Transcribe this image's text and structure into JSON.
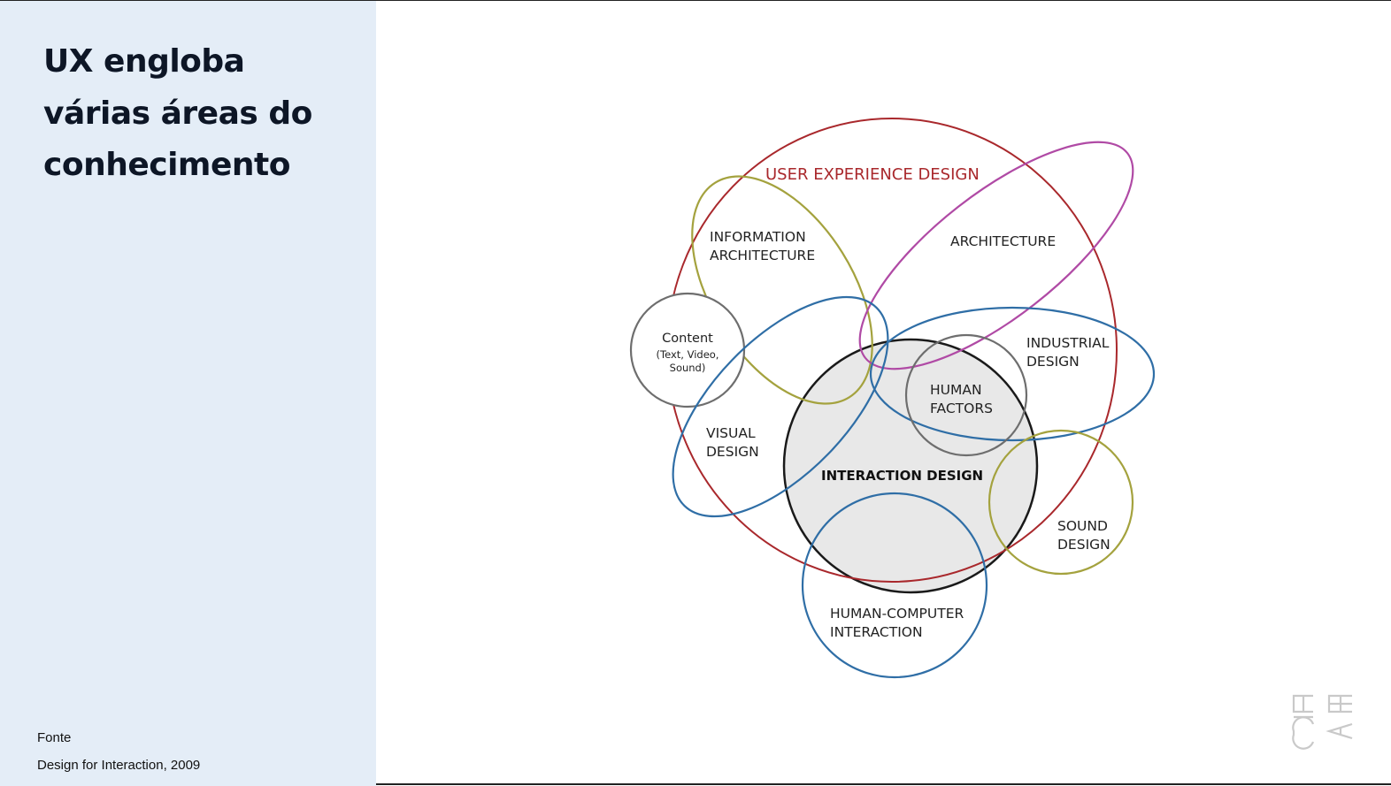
{
  "slide": {
    "title_lines": [
      "UX engloba",
      "várias áreas do",
      "conhecimento"
    ],
    "source_label": "Fonte",
    "source_text": "Design for Interaction, 2009"
  },
  "diagram": {
    "user_experience_design": "USER EXPERIENCE DESIGN",
    "information_architecture": [
      "INFORMATION",
      "ARCHITECTURE"
    ],
    "architecture": "ARCHITECTURE",
    "content": [
      "Content",
      "(Text, Video,",
      "Sound)"
    ],
    "industrial_design": [
      "INDUSTRIAL",
      "DESIGN"
    ],
    "human_factors": [
      "HUMAN",
      "FACTORS"
    ],
    "visual_design": [
      "VISUAL",
      "DESIGN"
    ],
    "interaction_design": "INTERACTION DESIGN",
    "sound_design": [
      "SOUND",
      "DESIGN"
    ],
    "human_computer_interaction": [
      "HUMAN-COMPUTER",
      "INTERACTION"
    ],
    "colors": {
      "ux_red": "#a9282c",
      "olive": "#a4a23e",
      "magenta": "#b04aa5",
      "blue": "#2f6ea6",
      "gray": "#6e6e6e",
      "black": "#1a1a1a",
      "fill_gray": "#e8e8e8"
    }
  },
  "logo": {
    "icon": "ebac-logo-icon"
  }
}
